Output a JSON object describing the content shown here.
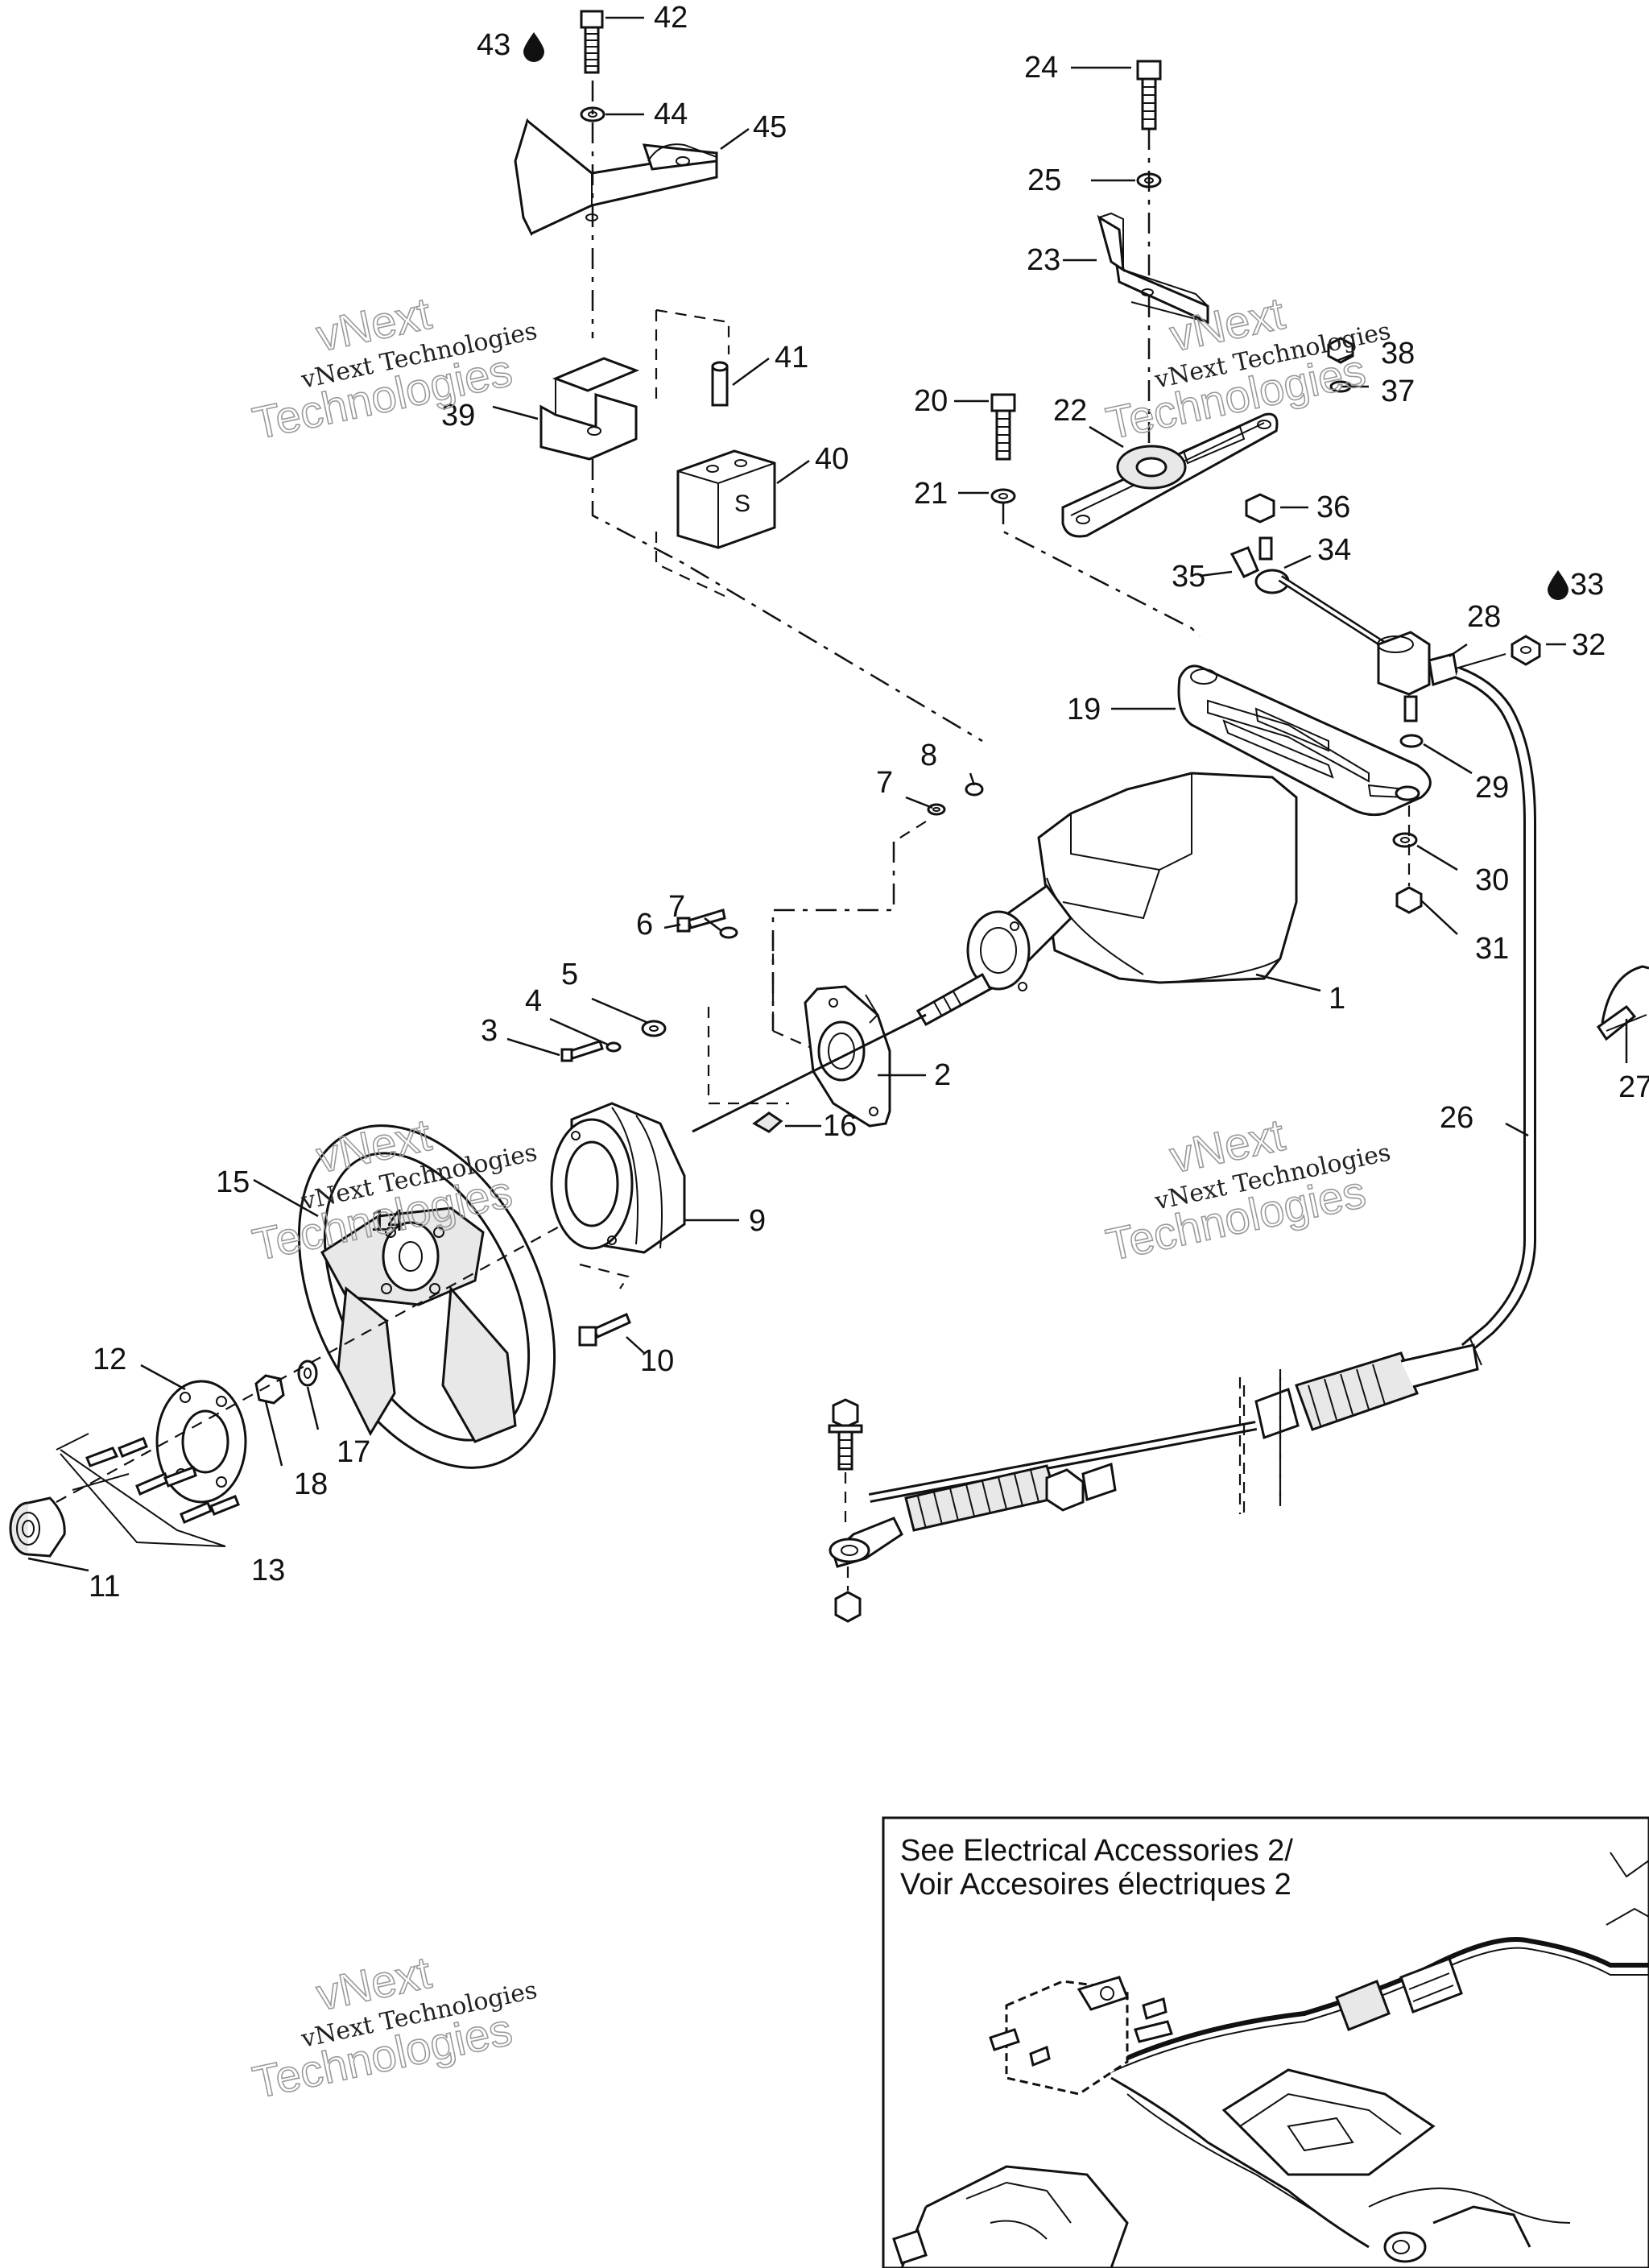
{
  "callouts": [
    {
      "id": "c42",
      "text": "42"
    },
    {
      "id": "c43",
      "text": "43"
    },
    {
      "id": "c44",
      "text": "44"
    },
    {
      "id": "c45",
      "text": "45"
    },
    {
      "id": "c41",
      "text": "41"
    },
    {
      "id": "c39",
      "text": "39"
    },
    {
      "id": "c40",
      "text": "40"
    },
    {
      "id": "c24",
      "text": "24"
    },
    {
      "id": "c25",
      "text": "25"
    },
    {
      "id": "c23",
      "text": "23"
    },
    {
      "id": "c38",
      "text": "38"
    },
    {
      "id": "c37",
      "text": "37"
    },
    {
      "id": "c20",
      "text": "20"
    },
    {
      "id": "c22",
      "text": "22"
    },
    {
      "id": "c21",
      "text": "21"
    },
    {
      "id": "c36",
      "text": "36"
    },
    {
      "id": "c34",
      "text": "34"
    },
    {
      "id": "c35",
      "text": "35"
    },
    {
      "id": "c33",
      "text": "33"
    },
    {
      "id": "c28",
      "text": "28"
    },
    {
      "id": "c32",
      "text": "32"
    },
    {
      "id": "c19",
      "text": "19"
    },
    {
      "id": "c29",
      "text": "29"
    },
    {
      "id": "c8",
      "text": "8"
    },
    {
      "id": "c7a",
      "text": "7"
    },
    {
      "id": "c7b",
      "text": "7"
    },
    {
      "id": "c6",
      "text": "6"
    },
    {
      "id": "c30",
      "text": "30"
    },
    {
      "id": "c31",
      "text": "31"
    },
    {
      "id": "c5",
      "text": "5"
    },
    {
      "id": "c4",
      "text": "4"
    },
    {
      "id": "c3",
      "text": "3"
    },
    {
      "id": "c1",
      "text": "1"
    },
    {
      "id": "c2",
      "text": "2"
    },
    {
      "id": "c27",
      "text": "27"
    },
    {
      "id": "c26",
      "text": "26"
    },
    {
      "id": "c16",
      "text": "16"
    },
    {
      "id": "c15",
      "text": "15"
    },
    {
      "id": "c14",
      "text": "14"
    },
    {
      "id": "c9",
      "text": "9"
    },
    {
      "id": "c10",
      "text": "10"
    },
    {
      "id": "c12",
      "text": "12"
    },
    {
      "id": "c17",
      "text": "17"
    },
    {
      "id": "c18",
      "text": "18"
    },
    {
      "id": "c13",
      "text": "13"
    },
    {
      "id": "c11",
      "text": "11"
    }
  ],
  "watermark": {
    "line1": "vNext",
    "line2": "vNext Technologies",
    "line3": "Technologies"
  },
  "inset": {
    "title_line1": "See Electrical Accessories 2/",
    "title_line2": "Voir Accesoires électriques 2"
  },
  "colors": {
    "ink": "#111111",
    "watermark": "#9a9a9a",
    "background": "#ffffff"
  },
  "icons": {
    "loctite_drop": "drop-icon"
  }
}
